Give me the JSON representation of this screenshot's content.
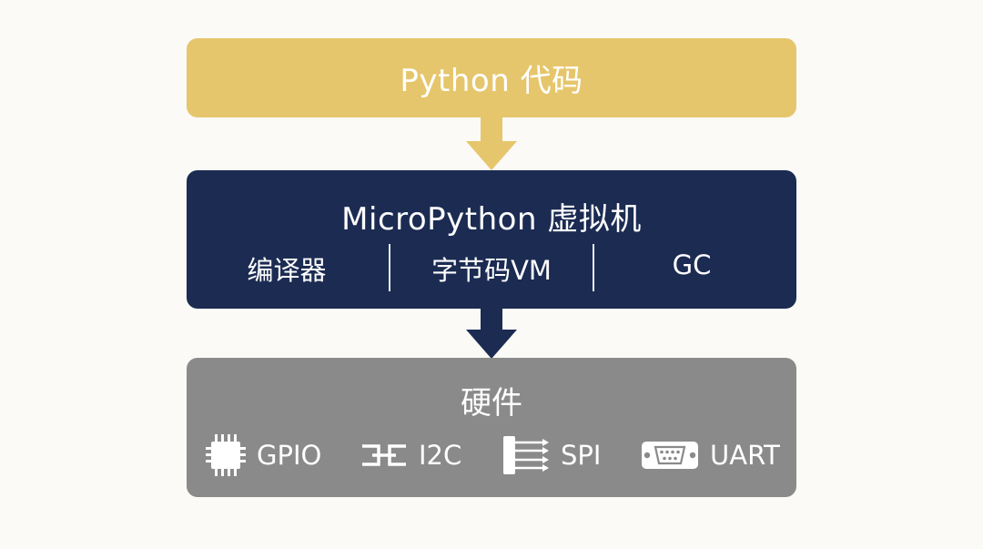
{
  "python": {
    "label": "Python 代码"
  },
  "vm": {
    "title": "MicroPython 虚拟机",
    "components": [
      "编译器",
      "字节码VM",
      "GC"
    ]
  },
  "hardware": {
    "title": "硬件",
    "interfaces": [
      {
        "label": "GPIO",
        "icon": "chip-icon"
      },
      {
        "label": "I2C",
        "icon": "i2c-bus-icon"
      },
      {
        "label": "SPI",
        "icon": "spi-lines-icon"
      },
      {
        "label": "UART",
        "icon": "serial-port-icon"
      }
    ]
  },
  "colors": {
    "python_box": "#e6c66c",
    "vm_box": "#1b2b52",
    "hardware_box": "#8a8a8a",
    "background": "#fbfaf6"
  }
}
